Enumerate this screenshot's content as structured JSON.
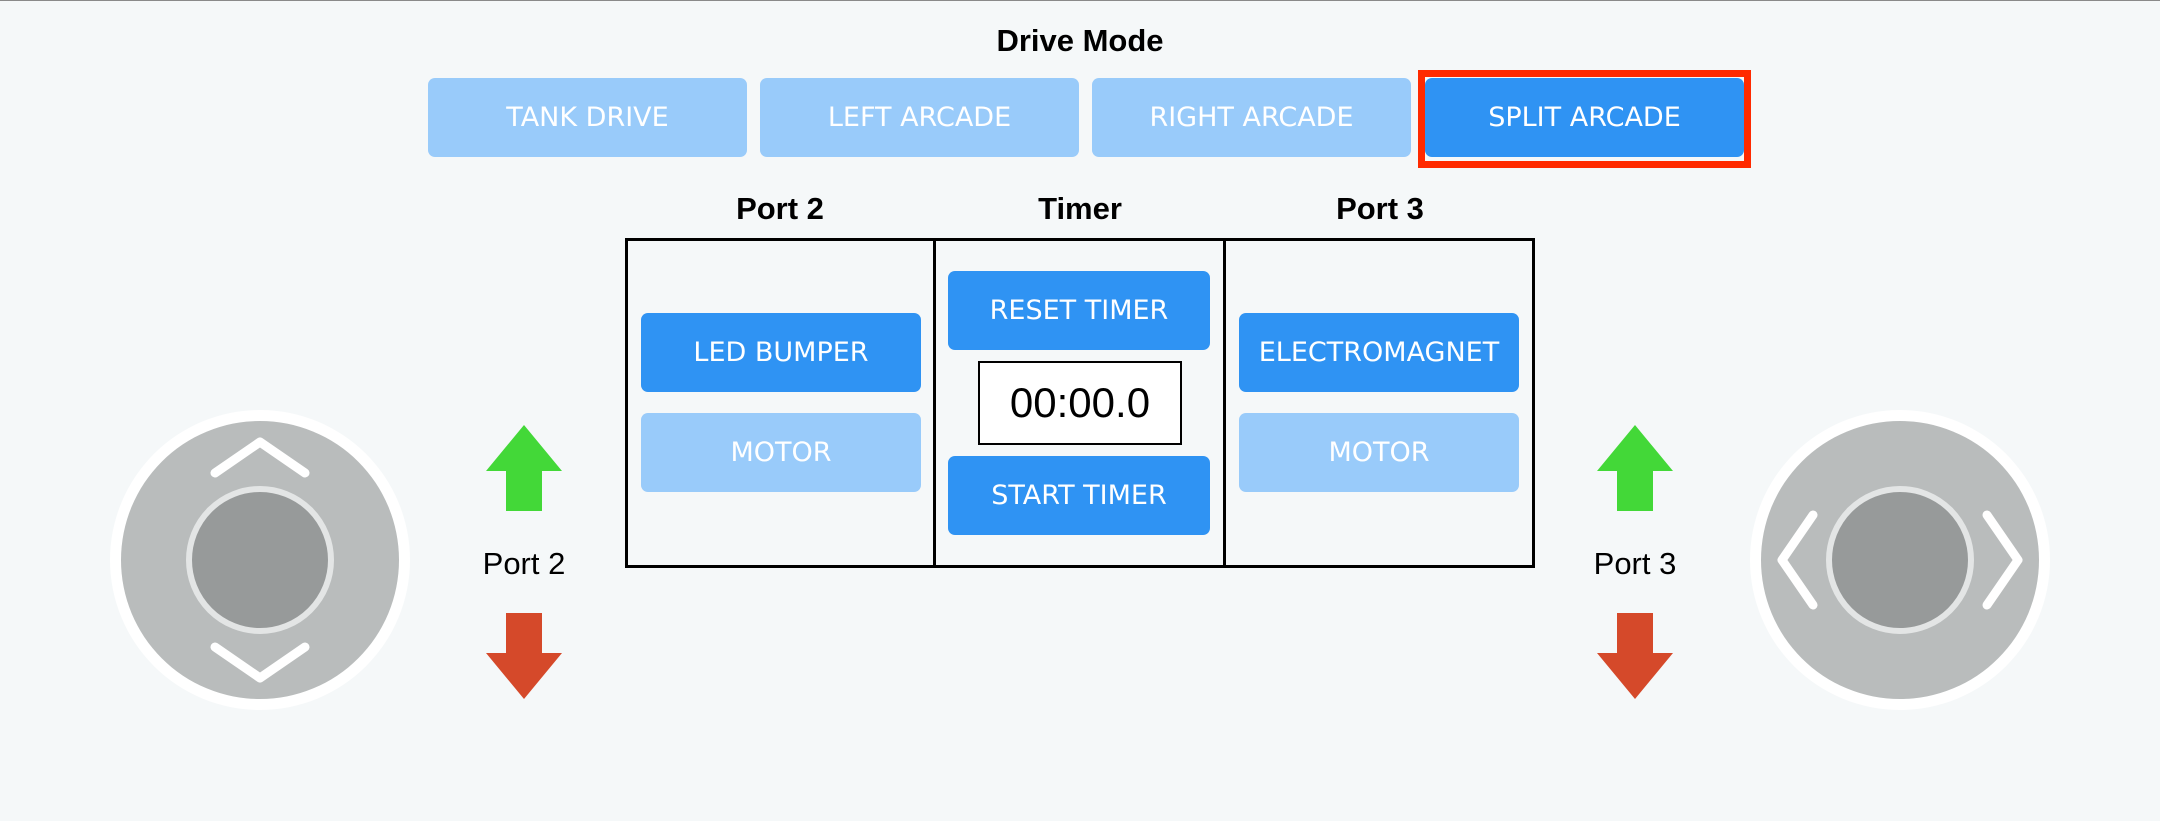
{
  "drive_mode": {
    "title": "Drive Mode",
    "modes": [
      {
        "label": "TANK DRIVE",
        "active": false
      },
      {
        "label": "LEFT ARCADE",
        "active": false
      },
      {
        "label": "RIGHT ARCADE",
        "active": false
      },
      {
        "label": "SPLIT ARCADE",
        "active": true
      }
    ]
  },
  "panel": {
    "port2": {
      "header": "Port 2",
      "led_bumper": "LED BUMPER",
      "motor": "MOTOR"
    },
    "timer": {
      "header": "Timer",
      "reset": "RESET TIMER",
      "display": "00:00.0",
      "start": "START TIMER"
    },
    "port3": {
      "header": "Port 3",
      "electromagnet": "ELECTROMAGNET",
      "motor": "MOTOR"
    }
  },
  "left_controls": {
    "port_label": "Port 2",
    "joystick_axis": "vertical"
  },
  "right_controls": {
    "port_label": "Port 3",
    "joystick_axis": "horizontal"
  },
  "colors": {
    "button_active": "#2f93f3",
    "button_inactive": "#99cbfa",
    "selected_outline": "#ff2a00",
    "arrow_up": "#43d838",
    "arrow_down": "#d5492a",
    "joystick_base": "#b9bcbc",
    "joystick_knob": "#979a9a"
  },
  "icons": {
    "up": "arrow-up-icon",
    "down": "arrow-down-icon",
    "chevron_up": "chevron-up-icon",
    "chevron_down": "chevron-down-icon",
    "chevron_left": "chevron-left-icon",
    "chevron_right": "chevron-right-icon"
  }
}
